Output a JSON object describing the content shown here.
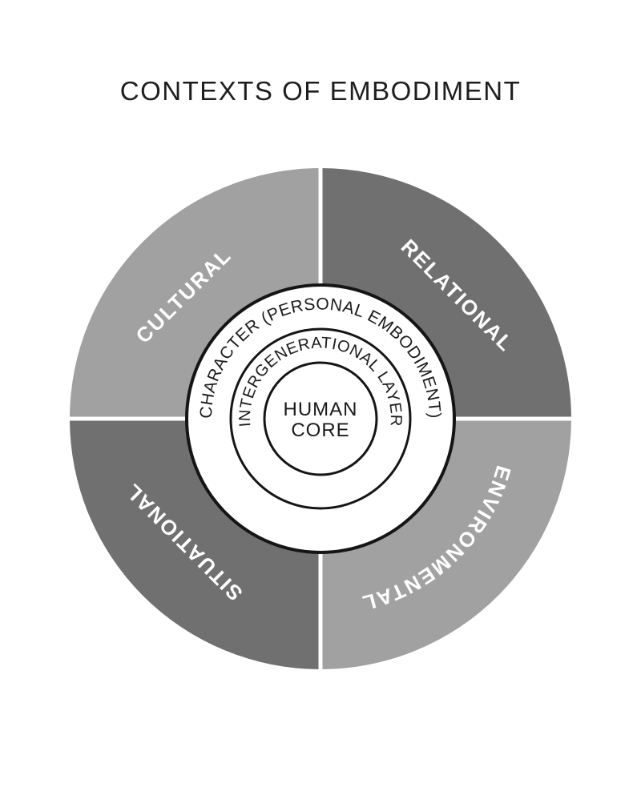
{
  "title": "CONTEXTS OF EMBODIMENT",
  "colors": {
    "background": "#ffffff",
    "light_quadrant": "#a1a1a1",
    "dark_quadrant": "#707070",
    "outline": "#151515",
    "quadrant_label_text": "#ffffff",
    "ring_label_text": "#1a1a1a",
    "title_text": "#1e1e1e",
    "divider": "#ffffff"
  },
  "diagram": {
    "quadrants": [
      {
        "label": "CULTURAL",
        "position": "top-left",
        "shade": "light",
        "color": "#a1a1a1"
      },
      {
        "label": "RELATIONAL",
        "position": "top-right",
        "shade": "dark",
        "color": "#707070"
      },
      {
        "label": "SITUATIONAL",
        "position": "bottom-left",
        "shade": "dark",
        "color": "#707070"
      },
      {
        "label": "ENVIRONMENTAL",
        "position": "bottom-right",
        "shade": "light",
        "color": "#a1a1a1"
      }
    ],
    "rings": [
      {
        "label": "CHARACTER (PERSONAL EMBODIMENT)"
      },
      {
        "label": "INTERGENERATIONAL LAYER"
      }
    ],
    "core": {
      "line1": "HUMAN",
      "line2": "CORE"
    }
  }
}
